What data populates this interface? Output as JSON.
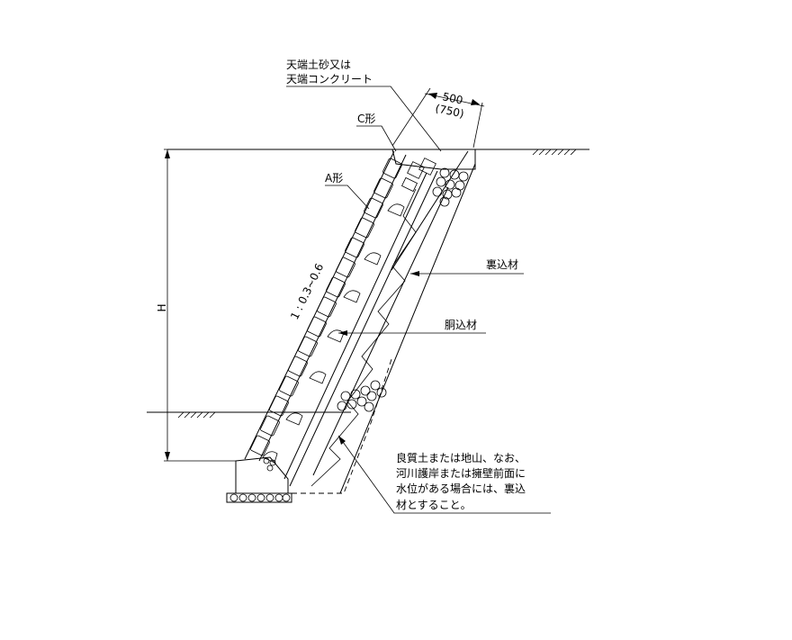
{
  "labels": {
    "crown_line1": "天端土砂又は",
    "crown_line2": "天端コンクリート",
    "dim_width": "500",
    "dim_width_alt": "(750)",
    "c_type": "C形",
    "a_type": "A形",
    "slope": "1 : 0.3~0.6",
    "backfill": "裏込材",
    "infill": "胴込材",
    "height": "H",
    "note_line1": "良質土または地山、なお、",
    "note_line2": "河川護岸または擁壁前面に",
    "note_line3": "水位がある場合には、裏込",
    "note_line4": "材とすること。"
  }
}
